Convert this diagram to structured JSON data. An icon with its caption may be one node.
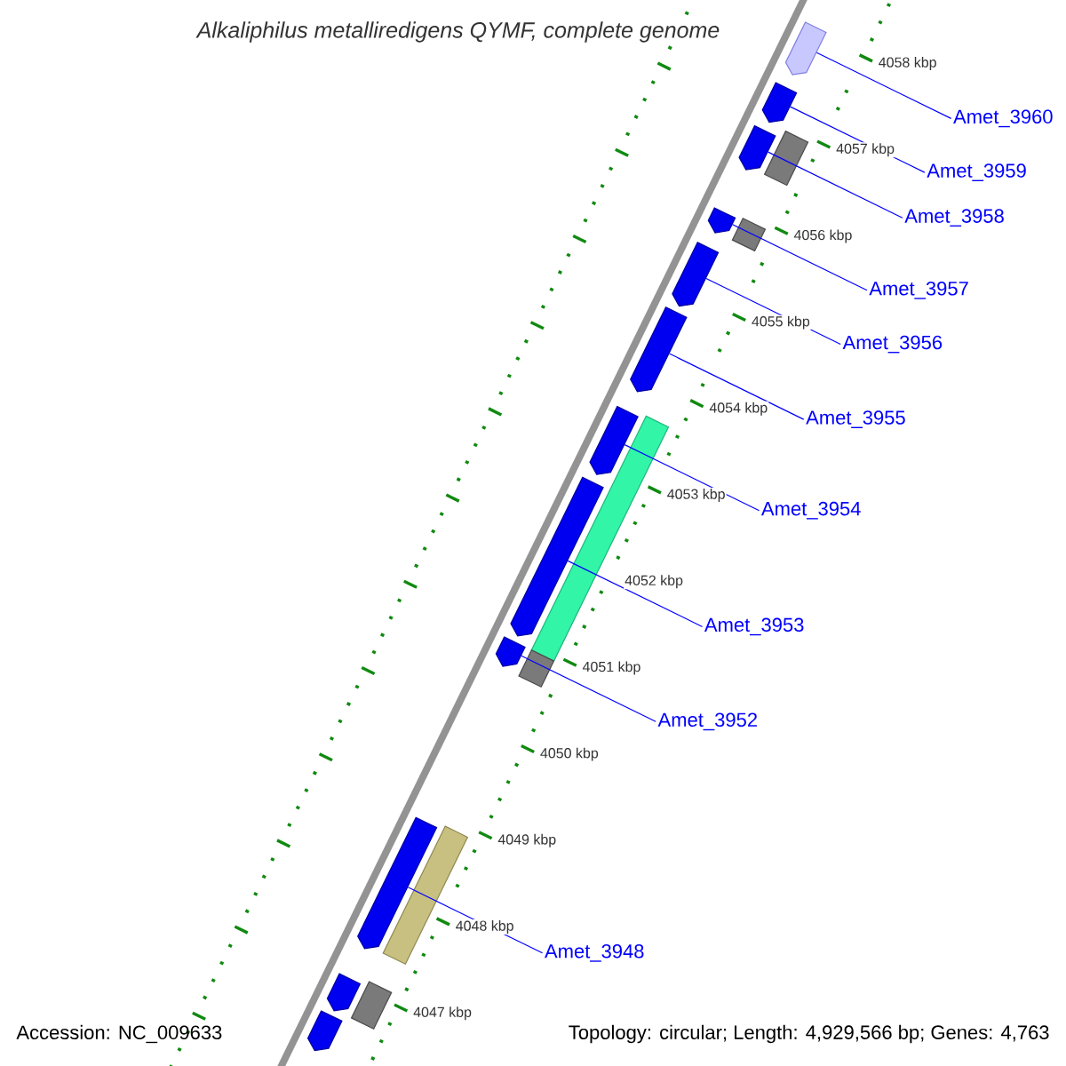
{
  "diagram": {
    "title": "Alkaliphilus metalliredigens QYMF, complete genome",
    "nodes": [
      {
        "text": [
          "Amet_3960"
        ]
      },
      {
        "text": [
          "Amet_3959"
        ]
      },
      {
        "text": [
          "Amet_3958"
        ]
      },
      {
        "text": [
          "Amet_3957"
        ]
      },
      {
        "text": [
          "Amet_3956"
        ]
      },
      {
        "text": [
          "Amet_3955"
        ]
      },
      {
        "text": [
          "Amet_3954"
        ]
      },
      {
        "text": [
          "Amet_3953"
        ]
      },
      {
        "text": [
          "Amet_3952"
        ]
      },
      {
        "text": [
          "Amet_3948"
        ]
      },
      {
        "text": [],
        "shape": "pentagon"
      },
      {
        "text": [],
        "shape": "pentagon"
      },
      {
        "text": [],
        "shape": "box"
      },
      {
        "text": [],
        "shape": "pentagon"
      },
      {
        "text": [],
        "shape": "pentagon"
      },
      {
        "text": [],
        "shape": "box"
      },
      {
        "text": [],
        "shape": "pentagon"
      },
      {
        "text": [],
        "shape": "pentagon"
      },
      {
        "text": [],
        "shape": "pentagon"
      },
      {
        "text": [],
        "shape": "box"
      },
      {
        "text": [],
        "shape": "pentagon"
      },
      {
        "text": [],
        "shape": "pentagon"
      },
      {
        "text": [],
        "shape": "box"
      },
      {
        "text": [],
        "shape": "box"
      },
      {
        "text": [],
        "shape": "pentagon"
      },
      {
        "text": [],
        "shape": "pentagon"
      },
      {
        "text": [],
        "shape": "box"
      },
      {
        "text": [],
        "shape": "pentagon"
      }
    ],
    "edges": [
      {
        "from": 0,
        "to": 10,
        "arrow": "none"
      },
      {
        "from": 1,
        "to": 11,
        "arrow": "none"
      },
      {
        "from": 2,
        "to": 13,
        "arrow": "none"
      },
      {
        "from": 3,
        "to": 14,
        "arrow": "none"
      },
      {
        "from": 4,
        "to": 16,
        "arrow": "none"
      },
      {
        "from": 5,
        "to": 17,
        "arrow": "none"
      },
      {
        "from": 6,
        "to": 18,
        "arrow": "none"
      },
      {
        "from": 7,
        "to": 20,
        "arrow": "none"
      },
      {
        "from": 8,
        "to": 21,
        "arrow": "none"
      },
      {
        "from": 9,
        "to": 24,
        "arrow": "none"
      }
    ],
    "labels": [
      "4058 kbp",
      "4057 kbp",
      "4056 kbp",
      "4055 kbp",
      "4054 kbp",
      "4053 kbp",
      "4052 kbp",
      "4051 kbp",
      "4050 kbp",
      "4049 kbp",
      "4048 kbp",
      "4047 kbp",
      "Accession: NC_009633",
      "Topology: circular; Length: 4,929,566 bp; Genes: 4,763"
    ]
  }
}
